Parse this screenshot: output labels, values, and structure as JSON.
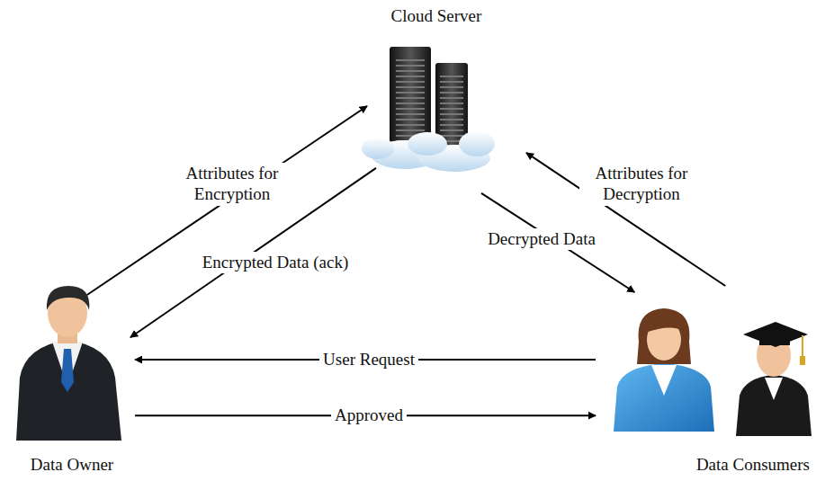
{
  "diagram": {
    "nodes": [
      {
        "text": [
          "Cloud Server"
        ]
      },
      {
        "text": [
          "Data Owner"
        ]
      },
      {
        "text": [
          "Data Consumers"
        ]
      }
    ],
    "edges": [
      {
        "from": 1,
        "to": 0,
        "label": "Attributes for Encryption",
        "arrow": "to"
      },
      {
        "from": 0,
        "to": 1,
        "label": "Encrypted Data (ack)",
        "arrow": "to"
      },
      {
        "from": 2,
        "to": 0,
        "label": "Attributes for Decryption",
        "arrow": "to"
      },
      {
        "from": 0,
        "to": 2,
        "label": "Decrypted Data",
        "arrow": "to"
      },
      {
        "from": 2,
        "to": 1,
        "label": "User Request",
        "arrow": "to"
      },
      {
        "from": 1,
        "to": 2,
        "label": "Approved",
        "arrow": "to"
      }
    ]
  }
}
